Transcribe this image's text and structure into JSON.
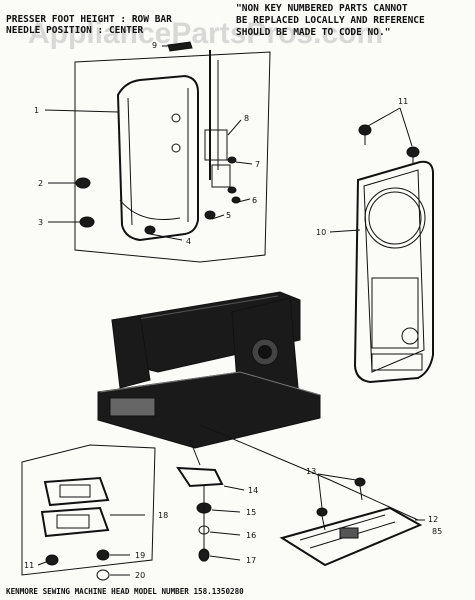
{
  "watermark": "AppliancePartsPros.com",
  "notes": {
    "left_line1": "PRESSER FOOT HEIGHT : ROW BAR",
    "left_line2": "NEEDLE POSITION : CENTER",
    "right_line1": "\"NON KEY NUMBERED PARTS CANNOT",
    "right_line2": "BE REPLACED LOCALLY AND REFERENCE",
    "right_line3": "SHOULD BE MADE TO CODE NO.\""
  },
  "callouts": [
    "1",
    "2",
    "3",
    "4",
    "5",
    "6",
    "7",
    "8",
    "9",
    "10",
    "11",
    "12",
    "13",
    "14",
    "15",
    "16",
    "17",
    "18",
    "19",
    "20",
    "11",
    "85"
  ],
  "footer": "KENMORE  SEWING  MACHINE  HEAD   MODEL  NUMBER  158.1350280"
}
